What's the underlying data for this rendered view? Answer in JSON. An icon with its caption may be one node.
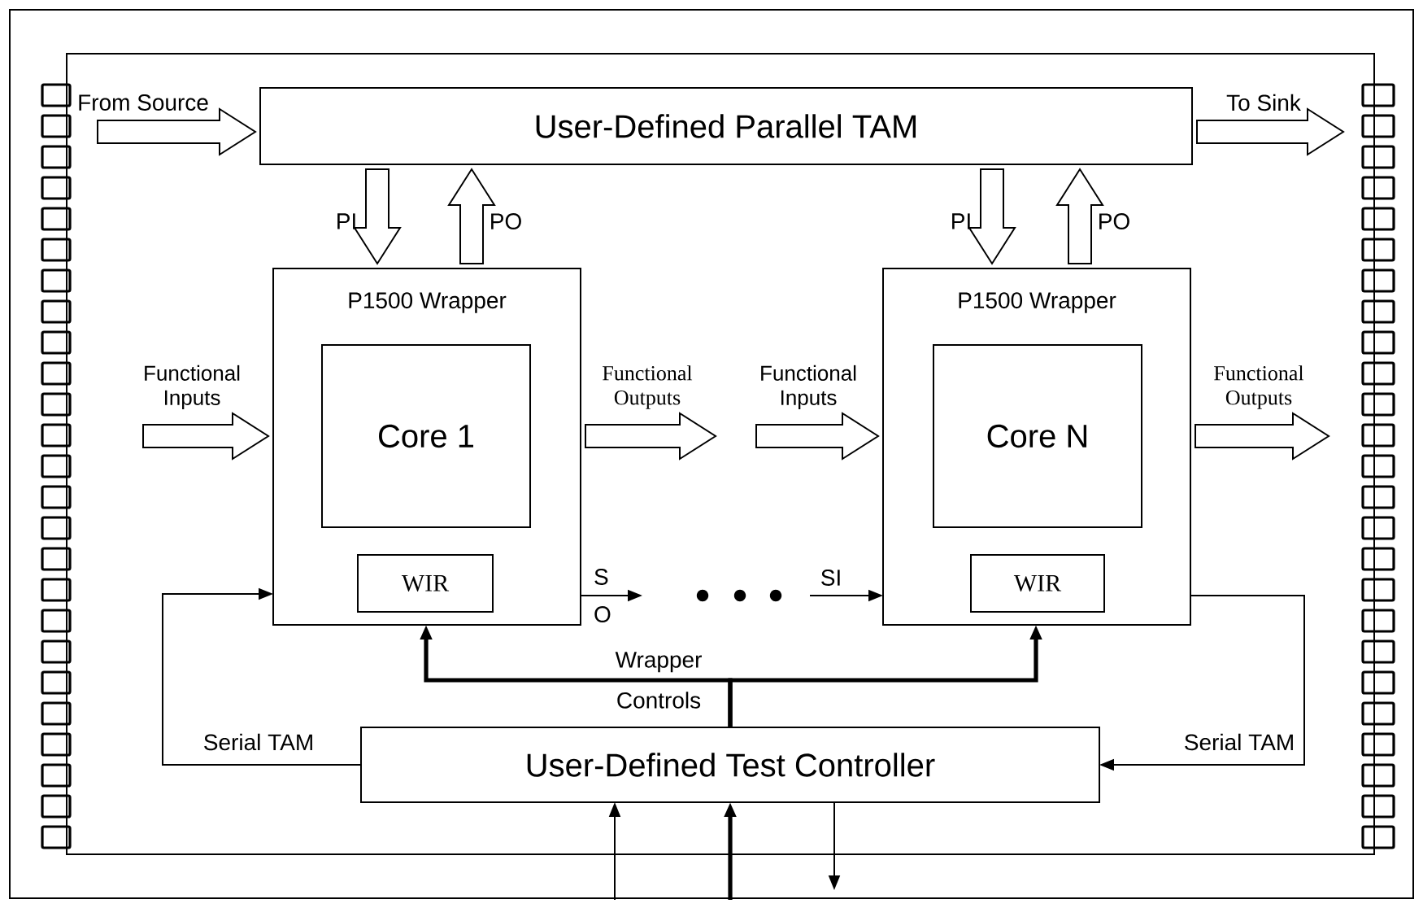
{
  "diagram": {
    "nodes": [
      {
        "text": [
          "User-Defined Parallel TAM"
        ]
      },
      {
        "text": [
          "P1500 Wrapper"
        ]
      },
      {
        "text": [
          "Core 1"
        ],
        "in": 1
      },
      {
        "text": [
          "WIR"
        ],
        "in": 1
      },
      {
        "text": [
          "P1500 Wrapper"
        ]
      },
      {
        "text": [
          "Core N"
        ],
        "in": 4
      },
      {
        "text": [
          "WIR"
        ],
        "in": 4
      },
      {
        "text": [
          "User-Defined Test Controller"
        ]
      }
    ],
    "edges": [
      {
        "from": null,
        "to": 0,
        "arrow": "to",
        "label": "From Source"
      },
      {
        "from": 0,
        "to": null,
        "arrow": "to",
        "label": "To Sink"
      },
      {
        "from": 0,
        "to": 1,
        "arrow": "to",
        "label": "PI"
      },
      {
        "from": 1,
        "to": 0,
        "arrow": "to",
        "label": "PO"
      },
      {
        "from": 0,
        "to": 4,
        "arrow": "to",
        "label": "PI"
      },
      {
        "from": 4,
        "to": 0,
        "arrow": "to",
        "label": "PO"
      },
      {
        "from": null,
        "to": 1,
        "arrow": "to",
        "label": "Functional Inputs"
      },
      {
        "from": 1,
        "to": null,
        "arrow": "to",
        "label": "Functional Outputs"
      },
      {
        "from": null,
        "to": 4,
        "arrow": "to",
        "label": "Functional Inputs"
      },
      {
        "from": 4,
        "to": null,
        "arrow": "to",
        "label": "Functional Outputs"
      },
      {
        "from": 1,
        "to": null,
        "arrow": "to",
        "label": "S O"
      },
      {
        "from": null,
        "to": 4,
        "arrow": "to",
        "label": "SI"
      },
      {
        "from": 7,
        "to": 1,
        "arrow": "to",
        "label": "Serial TAM"
      },
      {
        "from": 4,
        "to": 7,
        "arrow": "to",
        "label": "Serial TAM"
      },
      {
        "from": 7,
        "to": 1,
        "arrow": "to",
        "style": "thick",
        "label": "Wrapper Controls"
      },
      {
        "from": 7,
        "to": 4,
        "arrow": "to",
        "style": "thick"
      },
      {
        "from": null,
        "to": 7,
        "arrow": "to"
      },
      {
        "from": null,
        "to": 7,
        "arrow": "to",
        "style": "thick"
      },
      {
        "from": 7,
        "to": null,
        "arrow": "to"
      }
    ]
  }
}
